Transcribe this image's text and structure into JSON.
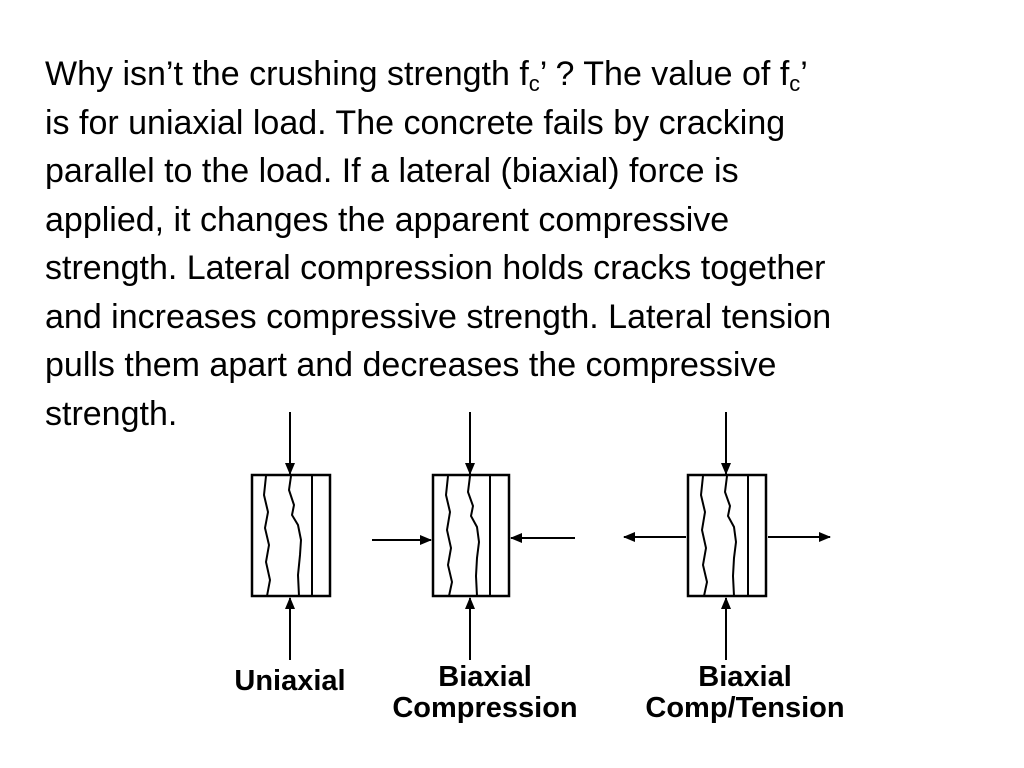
{
  "paragraph": {
    "line1": {
      "pre": "Why isn’t the crushing strength f",
      "sub1": "c",
      "mid": "’ ?  The value of f",
      "sub2": "c",
      "post": "’"
    },
    "lines": [
      "is for uniaxial load.  The concrete fails by cracking",
      "parallel to the load.  If a lateral (biaxial) force is",
      "applied, it changes the apparent compressive",
      "strength.  Lateral compression holds cracks together",
      "and increases compressive strength.  Lateral tension",
      "pulls them apart and decreases the compressive",
      "strength."
    ]
  },
  "figure": {
    "panels": [
      {
        "caption_lines": [
          "Uniaxial"
        ],
        "lateral_load": "none"
      },
      {
        "caption_lines": [
          "Biaxial",
          "Compression"
        ],
        "lateral_load": "compression"
      },
      {
        "caption_lines": [
          "Biaxial",
          "Comp/Tension"
        ],
        "lateral_load": "tension"
      }
    ]
  }
}
